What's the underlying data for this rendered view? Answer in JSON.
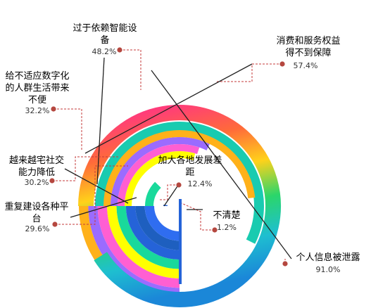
{
  "chart_data": {
    "type": "radial-bar",
    "title": "",
    "unit": "%",
    "max_value": 100,
    "categories": [
      {
        "name": "个人信息被泄露",
        "value": 91.0,
        "value_label": "91.0%",
        "label_lines": [
          "个人信息被泄露"
        ],
        "color_style": "rainbow"
      },
      {
        "name": "消费和服务权益得不到保障",
        "value": 57.4,
        "value_label": "57.4%",
        "label_lines": [
          "消费和服务权益",
          "得不到保障"
        ],
        "color_style": "teal"
      },
      {
        "name": "过于依赖智能设备",
        "value": 48.2,
        "value_label": "48.2%",
        "label_lines": [
          "过于依赖智能设",
          "备"
        ],
        "color_style": "amber"
      },
      {
        "name": "给不适应数字化的人群生活带来不便",
        "value": 32.2,
        "value_label": "32.2%",
        "label_lines": [
          "给不适应数字化",
          "的人群生活带来",
          "不便"
        ],
        "color_style": "purple"
      },
      {
        "name": "越来越宅社交能力降低",
        "value": 30.2,
        "value_label": "30.2%",
        "label_lines": [
          "越来越宅社交",
          "能力降低"
        ],
        "color_style": "pink"
      },
      {
        "name": "重复建设各种平台",
        "value": 29.6,
        "value_label": "29.6%",
        "label_lines": [
          "重复建设各种平",
          "台"
        ],
        "color_style": "yellow"
      },
      {
        "name": "加大各地发展差距",
        "value": 12.4,
        "value_label": "12.4%",
        "label_lines": [
          "加大各地发展差",
          "距"
        ],
        "color_style": "green"
      },
      {
        "name": "不清楚",
        "value": 1.2,
        "value_label": "1.2%",
        "label_lines": [
          "不清楚"
        ],
        "color_style": "blue"
      }
    ],
    "legend": "none",
    "grid": false
  },
  "colors": {
    "rainbow": [
      "#ff3c7a",
      "#ff6a3a",
      "#ffd21a",
      "#2bd66a",
      "#1ebfd0",
      "#1b87d8"
    ],
    "teal": "#19cbb0",
    "amber": "#ffb11a",
    "purple": "#9b6bff",
    "pink": "#ff5fd2",
    "yellow": "#ffff00",
    "green": "#19d99b",
    "blue": "#2563d8",
    "tail_palette": [
      "#ffb11a",
      "#9b6bff",
      "#ff5fd2",
      "#ffff00",
      "#19d99b",
      "#2563d8",
      "#1e5fbf",
      "#2f6df0"
    ],
    "leader_red": "#c63a3a",
    "leader_dark": "#222222",
    "dot": "#b5473f"
  }
}
